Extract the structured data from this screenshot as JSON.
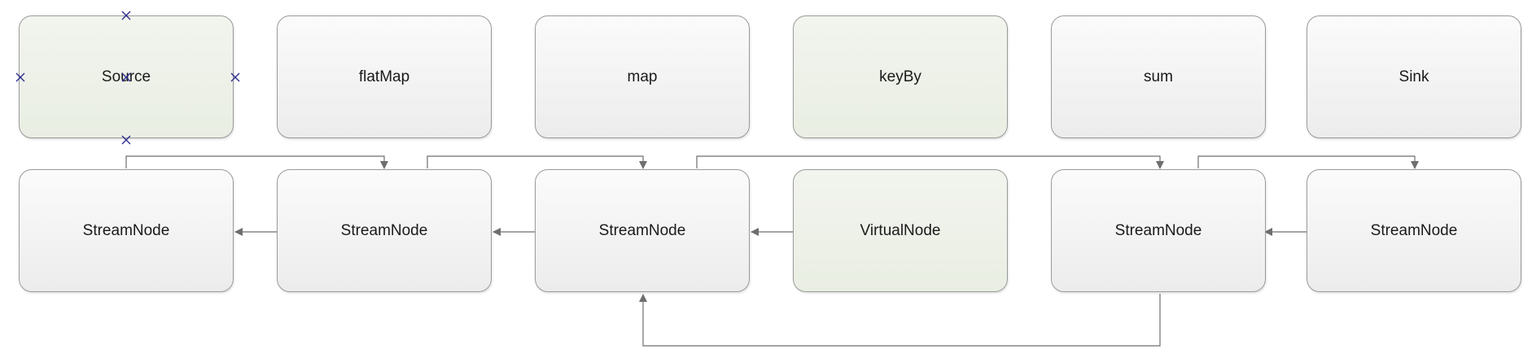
{
  "operators": [
    {
      "label": "Source",
      "highlight": true
    },
    {
      "label": "flatMap",
      "highlight": false
    },
    {
      "label": "map",
      "highlight": false
    },
    {
      "label": "keyBy",
      "highlight": true
    },
    {
      "label": "sum",
      "highlight": false
    },
    {
      "label": "Sink",
      "highlight": false
    }
  ],
  "nodes": [
    {
      "label": "StreamNode",
      "highlight": false
    },
    {
      "label": "StreamNode",
      "highlight": false
    },
    {
      "label": "StreamNode",
      "highlight": false
    },
    {
      "label": "VirtualNode",
      "highlight": true
    },
    {
      "label": "StreamNode",
      "highlight": false
    },
    {
      "label": "StreamNode",
      "highlight": false
    }
  ],
  "colors": {
    "box_fill": "#f2f2f2",
    "box_fill_highlight": "#eef1e8",
    "box_border": "#9a9a9a",
    "edge": "#6e6e6e",
    "selection_handle": "#2b2b8f"
  }
}
